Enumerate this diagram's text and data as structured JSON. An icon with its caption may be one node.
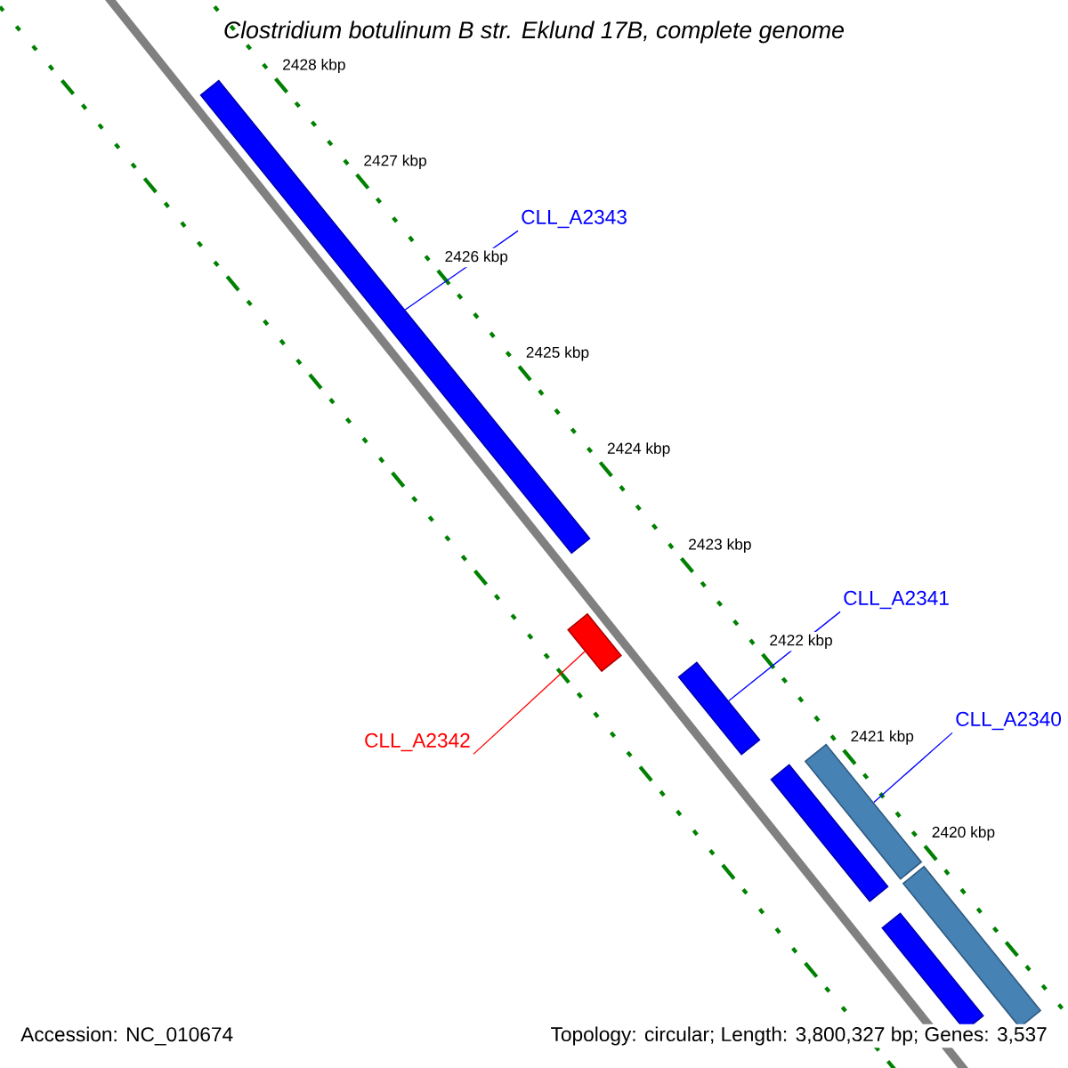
{
  "diagram": {
    "title": "Clostridium botulinum B str. Eklund 17B, complete genome",
    "nodes": [
      {
        "text": [
          "CLL_A2343"
        ]
      },
      {
        "text": [],
        "shape": "bar"
      },
      {
        "text": [],
        "shape": "bar"
      },
      {
        "text": [
          "CLL_A2342"
        ]
      },
      {
        "text": [
          "CLL_A2341"
        ]
      },
      {
        "text": [],
        "shape": "bar"
      },
      {
        "text": [
          "CLL_A2340"
        ]
      },
      {
        "text": [],
        "shape": "bar"
      },
      {
        "text": [],
        "shape": "bar"
      },
      {
        "text": [],
        "shape": "bar"
      },
      {
        "text": [],
        "shape": "bar"
      }
    ],
    "edges": [
      {
        "from": 0,
        "to": 1,
        "arrow": "none"
      },
      {
        "from": 3,
        "to": 2,
        "arrow": "none",
        "color": "#ff0000"
      },
      {
        "from": 4,
        "to": 5,
        "arrow": "none"
      },
      {
        "from": 6,
        "to": 7,
        "arrow": "none"
      }
    ],
    "labels": [
      "2428 kbp",
      "2427 kbp",
      "2426 kbp",
      "2425 kbp",
      "2424 kbp",
      "2423 kbp",
      "2422 kbp",
      "2421 kbp",
      "2420 kbp",
      "Accession: NC_010674",
      "Topology: circular; Length: 3,800,327 bp; Genes: 3,537"
    ]
  }
}
